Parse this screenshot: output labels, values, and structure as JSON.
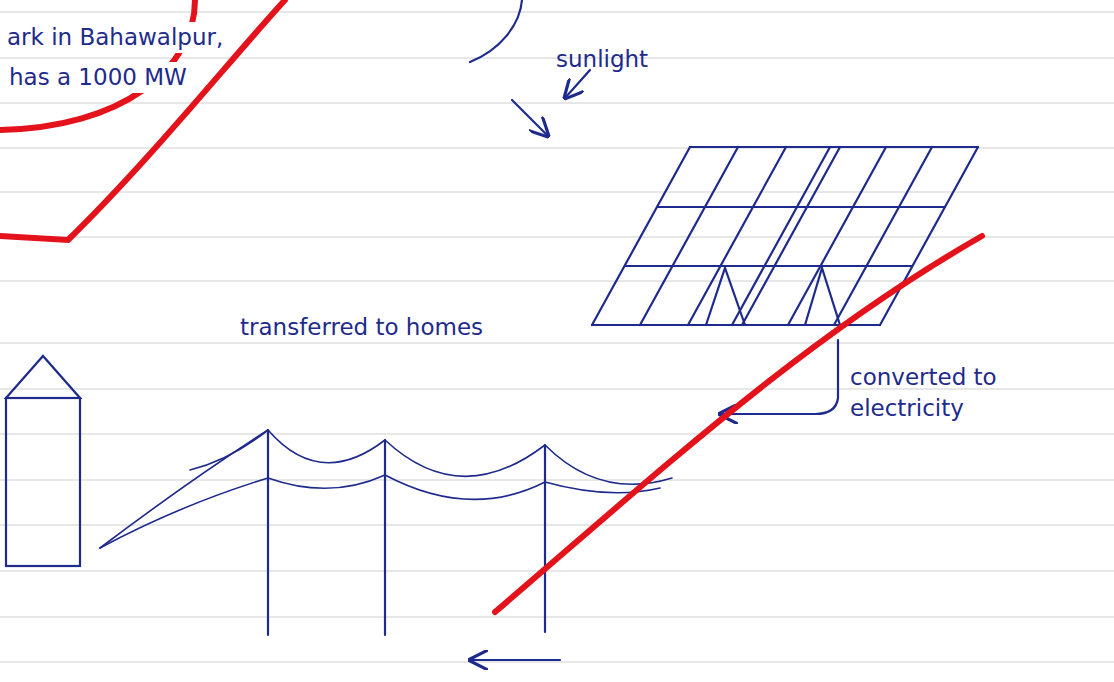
{
  "diagram": {
    "labels": [
      "ark in Bahawalpur,",
      "has a 1000 MW",
      "sunlight",
      "transferred to homes",
      "converted to electricity"
    ]
  }
}
